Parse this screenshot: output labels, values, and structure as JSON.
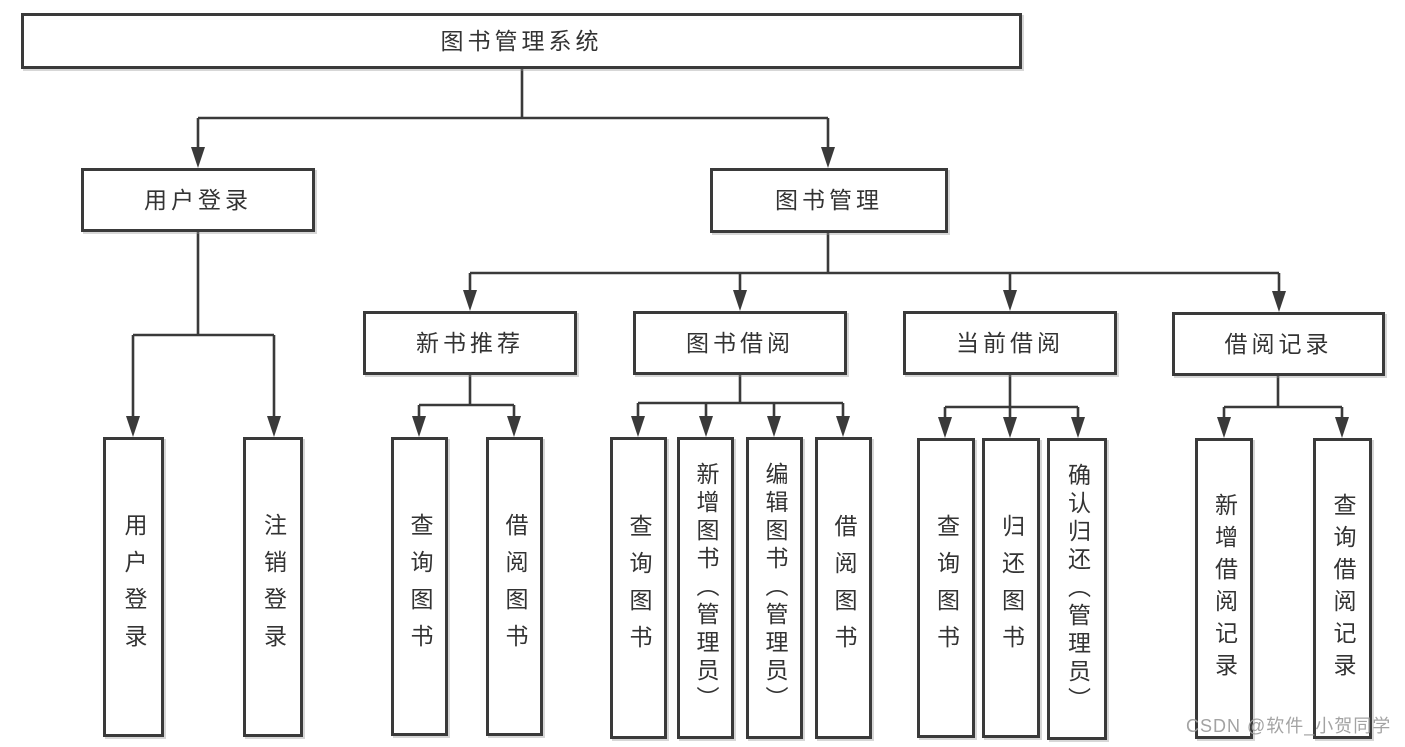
{
  "diagram": {
    "root": {
      "label": "图书管理系统"
    },
    "branches": [
      {
        "label": "用户登录",
        "children": [
          {
            "label": "用户登录"
          },
          {
            "label": "注销登录"
          }
        ]
      },
      {
        "label": "图书管理",
        "children": [
          {
            "label": "新书推荐",
            "children": [
              {
                "label": "查询图书"
              },
              {
                "label": "借阅图书"
              }
            ]
          },
          {
            "label": "图书借阅",
            "children": [
              {
                "label": "查询图书"
              },
              {
                "label": "新增图书（管理员）"
              },
              {
                "label": "编辑图书（管理员）"
              },
              {
                "label": "借阅图书"
              }
            ]
          },
          {
            "label": "当前借阅",
            "children": [
              {
                "label": "查询图书"
              },
              {
                "label": "归还图书"
              },
              {
                "label": "确认归还（管理员）"
              }
            ]
          },
          {
            "label": "借阅记录",
            "children": [
              {
                "label": "新增借阅记录"
              },
              {
                "label": "查询借阅记录"
              }
            ]
          }
        ]
      }
    ],
    "watermark": {
      "text": "CSDN @软件_小贺同学"
    },
    "colors": {
      "line": "#3a3a3a",
      "text": "#333333",
      "watermark": "#9e9e9e",
      "background": "#ffffff"
    }
  }
}
